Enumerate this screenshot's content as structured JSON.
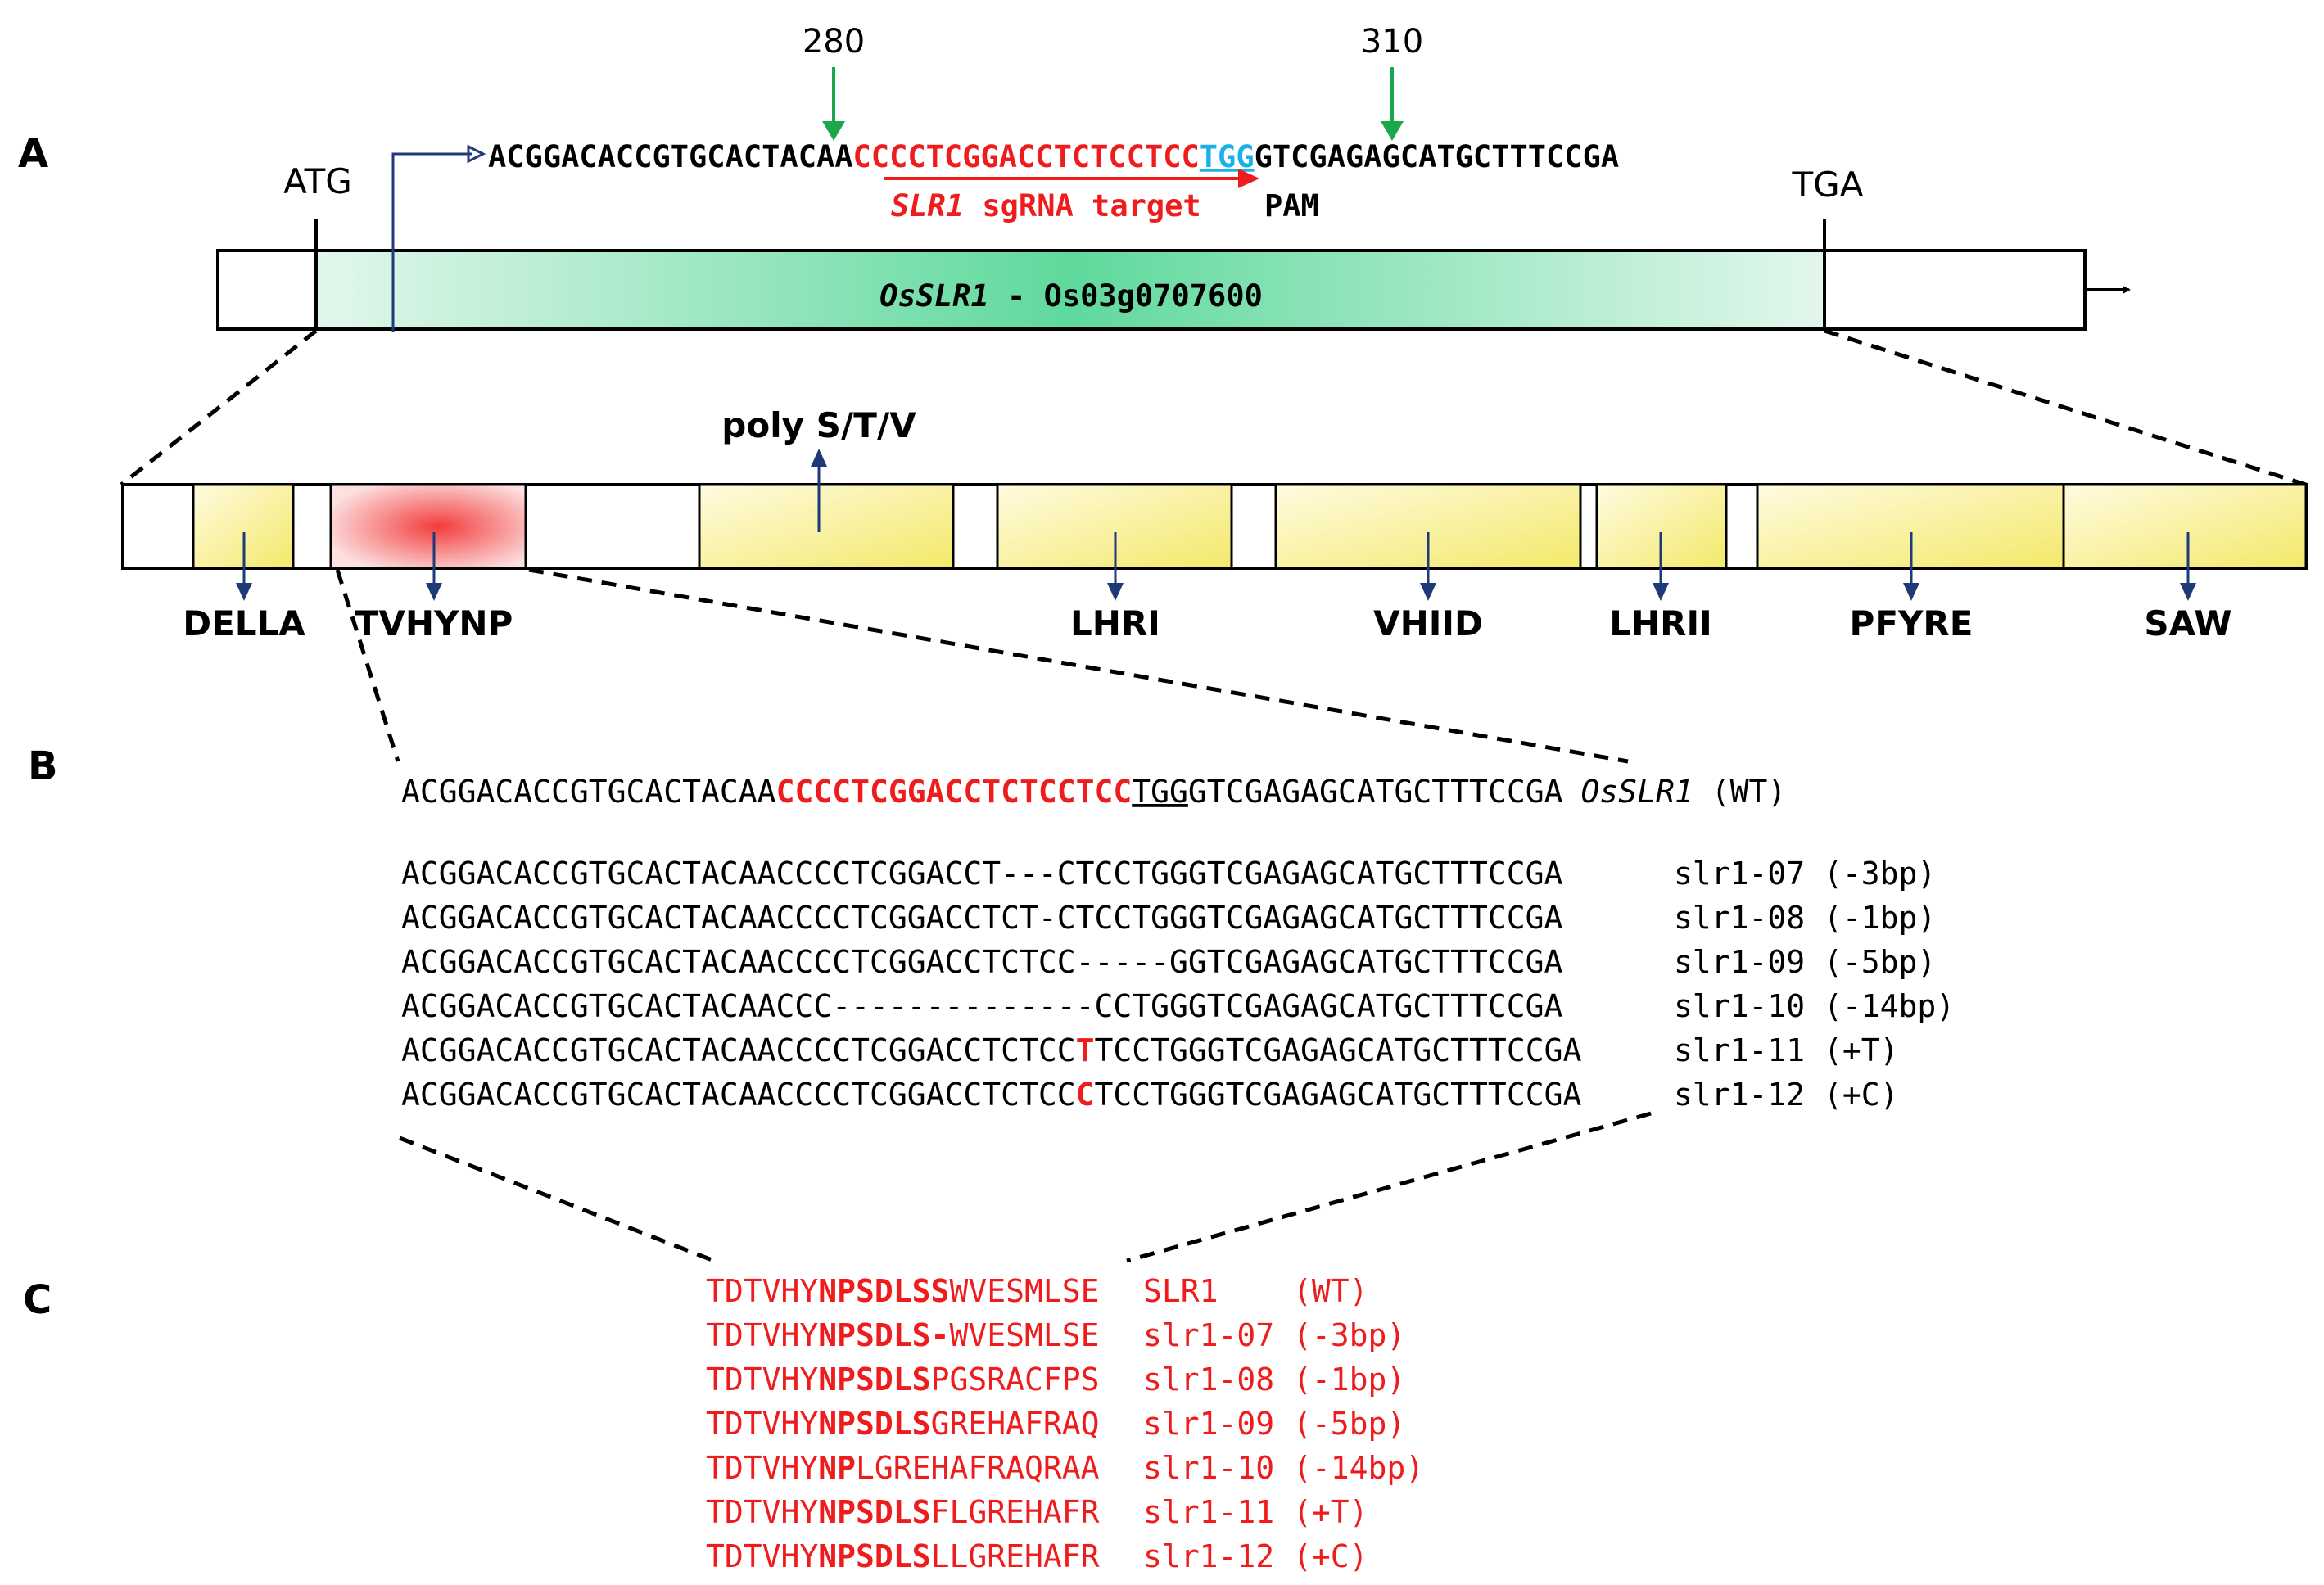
{
  "panels": {
    "a": "A",
    "b": "B",
    "c": "C"
  },
  "gene": {
    "start_codon": "ATG",
    "stop_codon": "TGA",
    "name_italic": "OsSLR1",
    "name_rest": " - Os03g0707600",
    "marker_left": "280",
    "marker_right": "310",
    "seq_prefix": "ACGGACACCGTGCACTACAA",
    "seq_target": "CCCCTCGGACCTCTCCTCC",
    "seq_pam": "TGG",
    "seq_suffix": "GTCGAGAGCATGCTTTCCGA",
    "sgrna_italic": "SLR1",
    "sgrna_rest": " sgRNA target",
    "pam_label": "PAM"
  },
  "protein_domains": {
    "poly_label": "poly S/T/V",
    "labels": [
      "DELLA",
      "TVHYNP",
      "LHRI",
      "VHIID",
      "LHRII",
      "PFYRE",
      "SAW"
    ]
  },
  "alignment": {
    "wt": {
      "prefix": "ACGGACACCGTGCACTACAA",
      "target": "CCCCTCGGACCTCTCCTCC",
      "pam": "TGG",
      "suffix": "GTCGAGAGCATGCTTTCCGA",
      "name_italic": "OsSLR1",
      "tag": "(WT)"
    },
    "rows": [
      {
        "seq_a": "ACGGACACCGTGCACTACAACCCCTCGGACCT---CTCCTGGGTCGAGAGCATGCTTTCCGA",
        "ins": "",
        "seq_b": "",
        "label": "slr1-07 (-3bp)"
      },
      {
        "seq_a": "ACGGACACCGTGCACTACAACCCCTCGGACCTCT-CTCCTGGGTCGAGAGCATGCTTTCCGA",
        "ins": "",
        "seq_b": "",
        "label": "slr1-08 (-1bp)"
      },
      {
        "seq_a": "ACGGACACCGTGCACTACAACCCCTCGGACCTCTCC-----GGTCGAGAGCATGCTTTCCGA",
        "ins": "",
        "seq_b": "",
        "label": "slr1-09 (-5bp)"
      },
      {
        "seq_a": "ACGGACACCGTGCACTACAACCC--------------CCTGGGTCGAGAGCATGCTTTCCGA",
        "ins": "",
        "seq_b": "",
        "label": "slr1-10 (-14bp)"
      },
      {
        "seq_a": "ACGGACACCGTGCACTACAACCCCTCGGACCTCTCC",
        "ins": "T",
        "seq_b": "TCCTGGGTCGAGAGCATGCTTTCCGA",
        "label": "slr1-11 (+T)"
      },
      {
        "seq_a": "ACGGACACCGTGCACTACAACCCCTCGGACCTCTCC",
        "ins": "C",
        "seq_b": "TCCTGGGTCGAGAGCATGCTTTCCGA",
        "label": "slr1-12 (+C)"
      }
    ]
  },
  "proteins": [
    {
      "pre": "TDTVHY",
      "bold": "NPSDLSS",
      "post": "WVESMLSE",
      "label": "SLR1    (WT)"
    },
    {
      "pre": "TDTVHY",
      "bold": "NPSDLS-",
      "post": "WVESMLSE",
      "label": "slr1-07 (-3bp)"
    },
    {
      "pre": "TDTVHY",
      "bold": "NPSDLS",
      "post": "PGSRACFPS",
      "label": "slr1-08 (-1bp)"
    },
    {
      "pre": "TDTVHY",
      "bold": "NPSDLS",
      "post": "GREHAFRAQ",
      "label": "slr1-09 (-5bp)"
    },
    {
      "pre": "TDTVHY",
      "bold": "NP",
      "post": "LGREHAFRAQRAA",
      "label": "slr1-10 (-14bp)"
    },
    {
      "pre": "TDTVHY",
      "bold": "NPSDLS",
      "post": "FLGREHAFR",
      "label": "slr1-11 (+T)"
    },
    {
      "pre": "TDTVHY",
      "bold": "NPSDLS",
      "post": "LLGREHAFR",
      "label": "slr1-12 (+C)"
    }
  ],
  "colors": {
    "target_red": "#ee1c1c",
    "pam_blue": "#1ab0e8",
    "marker_green": "#1aa84a",
    "arrow_navy": "#1f3a78",
    "domain_yellow": "#f3e96a",
    "gene_green": "#3ecf8a"
  }
}
